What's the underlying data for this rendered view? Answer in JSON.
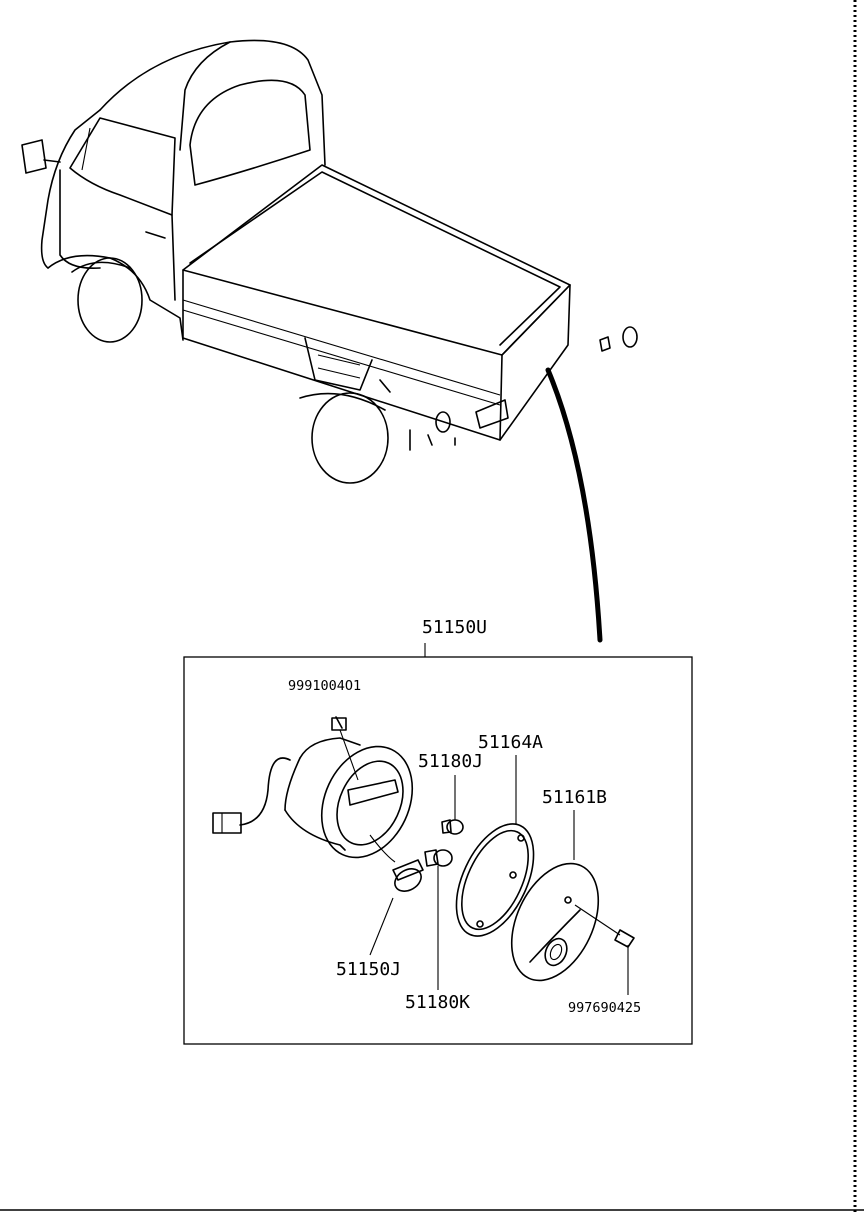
{
  "diagram": {
    "assembly_label": "51150U",
    "parts": {
      "screw_top": "9991004O1",
      "bulb_small_1": "51180J",
      "lens_gasket": "51164A",
      "lens": "51161B",
      "bulb_main": "51150J",
      "bulb_small_2": "51180K",
      "screw_lens": "997690425"
    }
  },
  "colors": {
    "ink": "#000000",
    "paper": "#ffffff"
  }
}
